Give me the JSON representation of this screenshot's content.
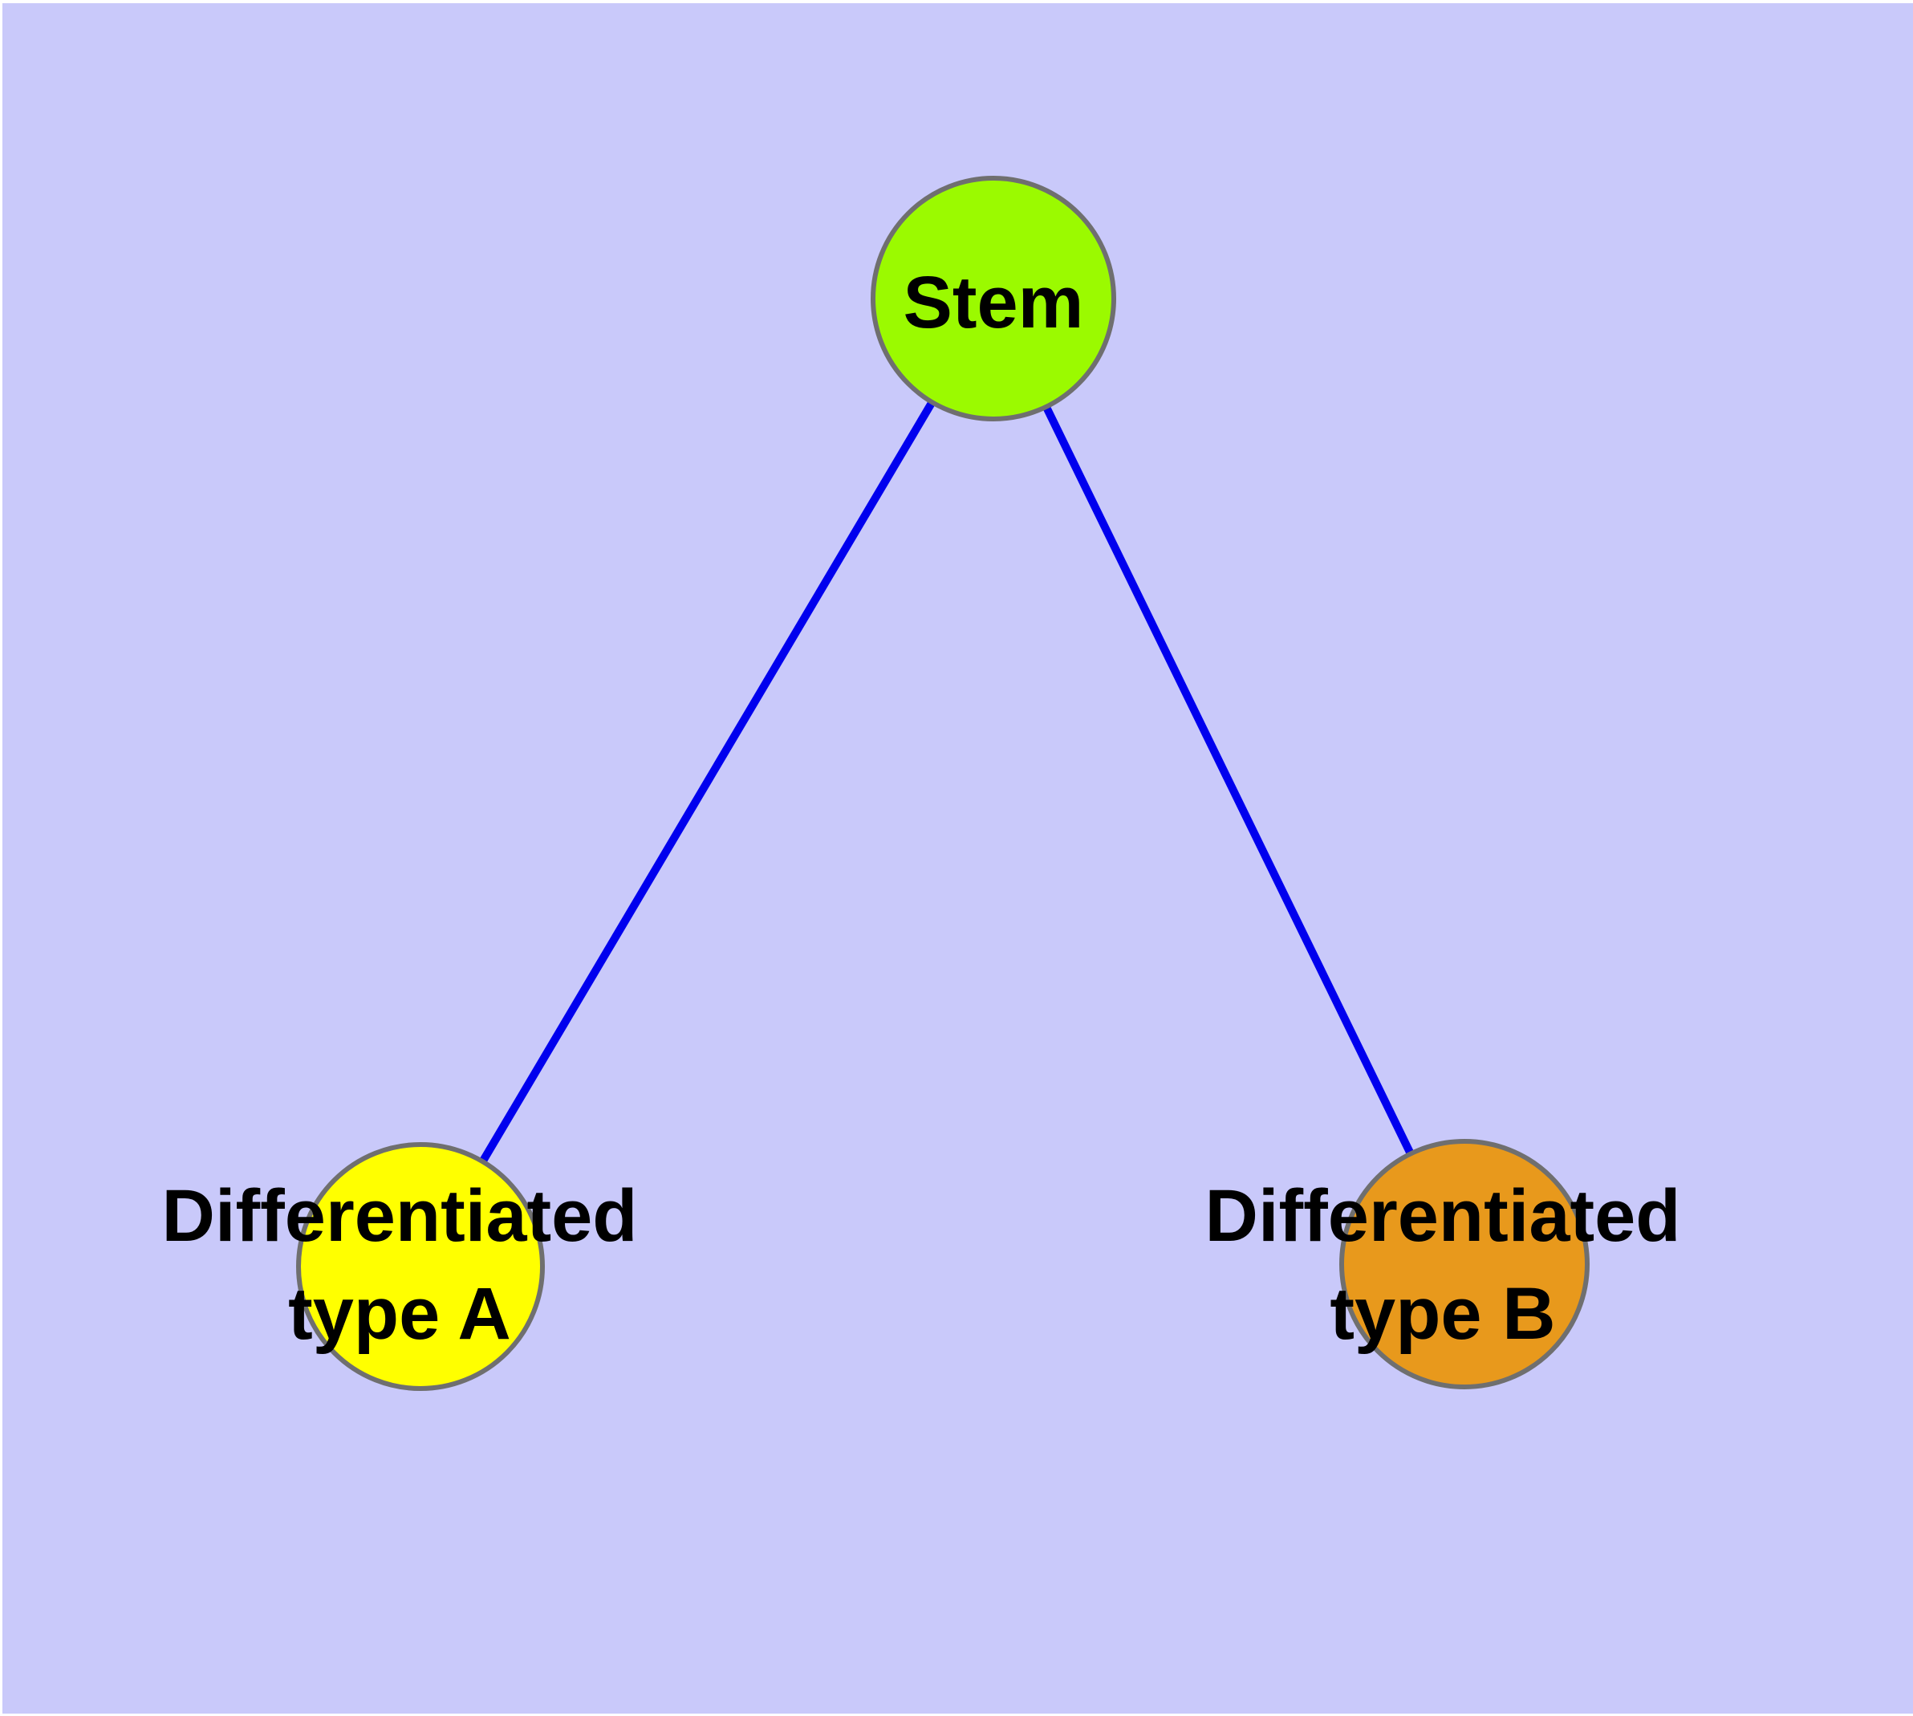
{
  "canvas": {
    "background_color": "#C9C9FA",
    "frame_color": "#FFFFFF"
  },
  "diagram": {
    "type": "node-link-graph",
    "edge_color": "#0000EE",
    "node_border_color": "#6F6F6F",
    "text_color": "#000000",
    "nodes": {
      "stem": {
        "label": "Stem",
        "fill": "#9BFA00"
      },
      "type_a": {
        "label_line1": "Differentiated",
        "label_line2": "type A",
        "fill": "#FFFF00"
      },
      "type_b": {
        "label_line1": "Differentiated",
        "label_line2": "type B",
        "fill": "#E8991C"
      }
    },
    "edges": [
      {
        "from": "Stem",
        "to": "Differentiated type A"
      },
      {
        "from": "Stem",
        "to": "Differentiated type B"
      }
    ]
  }
}
